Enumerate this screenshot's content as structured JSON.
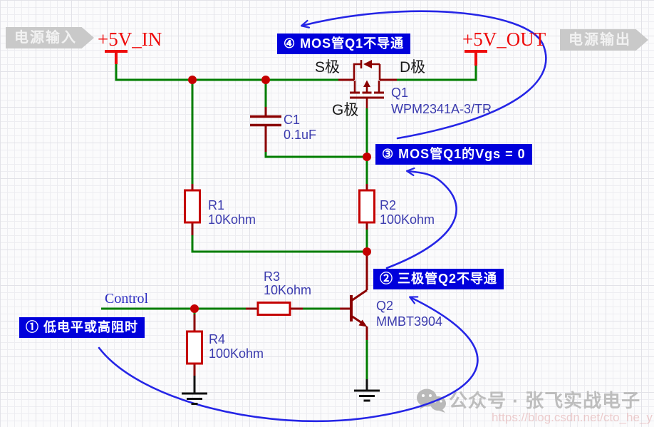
{
  "tags": {
    "power_input": "电源输入",
    "power_output": "电源输出"
  },
  "net_labels": {
    "vin": "+5V_IN",
    "vout": "+5V_OUT",
    "control": "Control"
  },
  "components": {
    "q1": {
      "designator": "Q1",
      "part": "WPM2341A-3/TR",
      "pin_s": "S极",
      "pin_d": "D极",
      "pin_g": "G极"
    },
    "q2": {
      "designator": "Q2",
      "part": "MMBT3904"
    },
    "r1": {
      "designator": "R1",
      "value": "10Kohm"
    },
    "r2": {
      "designator": "R2",
      "value": "100Kohm"
    },
    "r3": {
      "designator": "R3",
      "value": "10Kohm"
    },
    "r4": {
      "designator": "R4",
      "value": "100Kohm"
    },
    "c1": {
      "designator": "C1",
      "value": "0.1uF"
    }
  },
  "annotations": {
    "step1": "① 低电平或高阻时",
    "step2": "② 三极管Q2不导通",
    "step3": "③ MOS管Q1的Vgs = 0",
    "step4": "④ MOS管Q1不导通"
  },
  "watermark": {
    "brand": "公众号 · 张飞实战电子",
    "url": "https://blog.csdn.net/cto_he_y"
  },
  "colors": {
    "wire_green": "#007d00",
    "component_dark_red": "#8b0000",
    "resistor_body_red": "#c40000",
    "net_text_red": "#ee0b0b",
    "label_blue": "#3b3bae",
    "annotation_bg_blue": "#0000db",
    "arrow_blue": "#2525e6",
    "tag_gray": "#c9c9c9"
  }
}
